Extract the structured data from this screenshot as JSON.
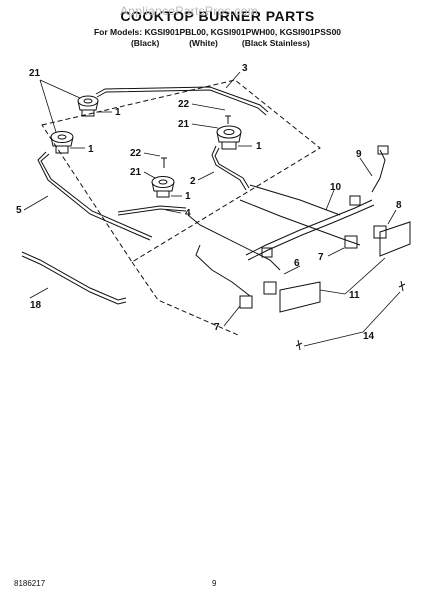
{
  "header": {
    "watermark": "AppliancePartsPros.com",
    "title": "COOKTOP BURNER PARTS",
    "models": "For Models: KGSI901PBL00, KGSI901PWH00, KGSI901PSS00",
    "variants": [
      "(Black)",
      "(White)",
      "(Black Stainless)"
    ]
  },
  "callouts": [
    "21",
    "1",
    "1",
    "3",
    "22",
    "21",
    "1",
    "22",
    "21",
    "1",
    "5",
    "2",
    "4",
    "9",
    "10",
    "8",
    "6",
    "7",
    "18",
    "11",
    "7",
    "14"
  ],
  "footer": {
    "doc_number": "8186217",
    "page_number": "9"
  }
}
